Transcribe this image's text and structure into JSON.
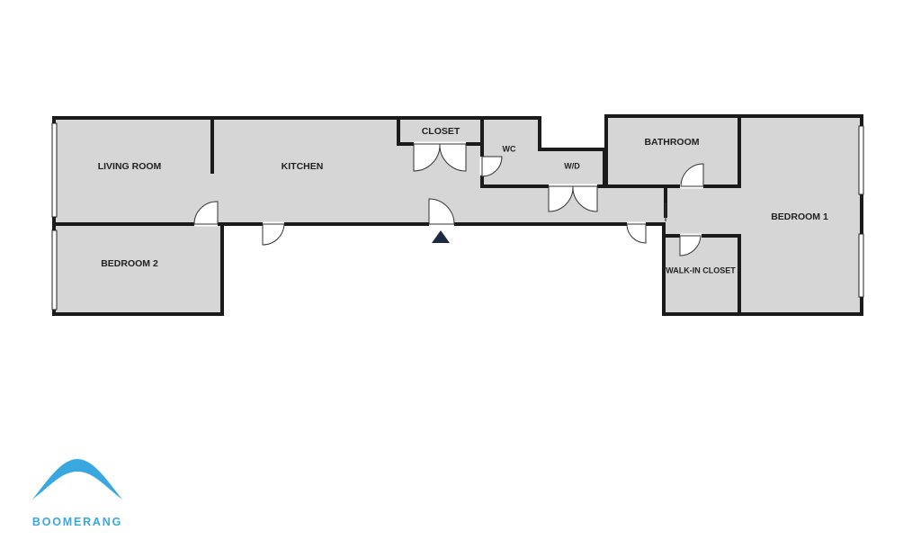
{
  "floor_plan": {
    "rooms": {
      "living_room": "LIVING ROOM",
      "kitchen": "KITCHEN",
      "closet": "CLOSET",
      "wc": "WC",
      "wd": "W/D",
      "bathroom": "BATHROOM",
      "bedroom_1": "BEDROOM 1",
      "bedroom_2": "BEDROOM 2",
      "walk_in_closet": "WALK-IN CLOSET"
    },
    "entrance_marker": "triangle-marker-icon"
  },
  "brand": {
    "name": "BOOMERANG",
    "logo_icon": "boomerang-arc-icon",
    "color": "#3aa8e0"
  },
  "colors": {
    "room_fill": "#d6d6d6",
    "wall": "#1b1b1b",
    "entrance_marker": "#1e2a44"
  }
}
